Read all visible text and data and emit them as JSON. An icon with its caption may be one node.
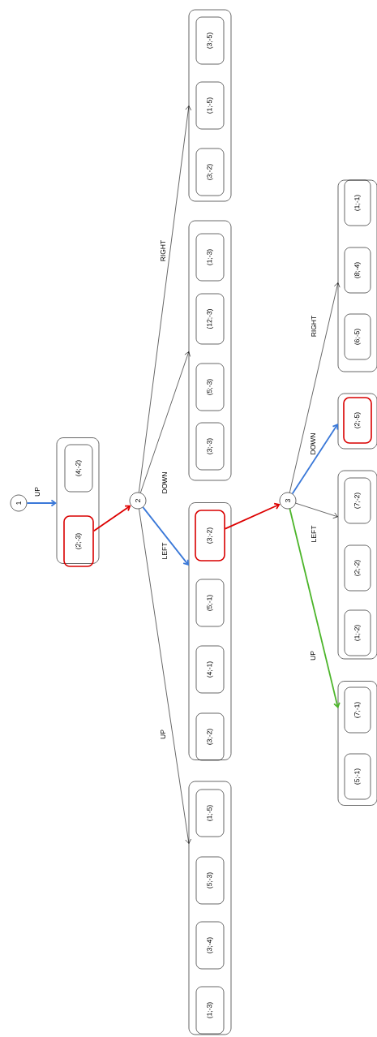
{
  "diagram": {
    "nodes": [
      {
        "text": [
          "1"
        ]
      },
      {
        "text": [],
        "shape": "box"
      },
      {
        "text": [
          "(4;-2)"
        ],
        "in": 1
      },
      {
        "text": [
          "(2;-3)"
        ],
        "in": 1
      },
      {
        "text": [
          "2"
        ]
      },
      {
        "text": [],
        "shape": "box"
      },
      {
        "text": [
          "(3;-5)"
        ],
        "in": 5
      },
      {
        "text": [
          "(1;-5)"
        ],
        "in": 5
      },
      {
        "text": [
          "(3;-2)"
        ],
        "in": 5
      },
      {
        "text": [],
        "shape": "box"
      },
      {
        "text": [
          "(1;-3)"
        ],
        "in": 9
      },
      {
        "text": [
          "(12;-3)"
        ],
        "in": 9
      },
      {
        "text": [
          "(5;-3)"
        ],
        "in": 9
      },
      {
        "text": [
          "(3;-3)"
        ],
        "in": 9
      },
      {
        "text": [],
        "shape": "box"
      },
      {
        "text": [
          "(3;-2)"
        ],
        "in": 14
      },
      {
        "text": [
          "(5;-1)"
        ],
        "in": 14
      },
      {
        "text": [
          "(4;-1)"
        ],
        "in": 14
      },
      {
        "text": [
          "(3;-2)"
        ],
        "in": 14
      },
      {
        "text": [],
        "shape": "box"
      },
      {
        "text": [
          "(1;-5)"
        ],
        "in": 19
      },
      {
        "text": [
          "(5;-3)"
        ],
        "in": 19
      },
      {
        "text": [
          "(3;-4)"
        ],
        "in": 19
      },
      {
        "text": [
          "(1;-3)"
        ],
        "in": 19
      },
      {
        "text": [
          "3"
        ]
      },
      {
        "text": [],
        "shape": "box"
      },
      {
        "text": [
          "(1;-1)"
        ],
        "in": 25
      },
      {
        "text": [
          "(8;-4)"
        ],
        "in": 25
      },
      {
        "text": [
          "(6;-5)"
        ],
        "in": 25
      },
      {
        "text": [],
        "shape": "box"
      },
      {
        "text": [
          "(2;-5)"
        ],
        "in": 29
      },
      {
        "text": [],
        "shape": "box"
      },
      {
        "text": [
          "(7;-2)"
        ],
        "in": 31
      },
      {
        "text": [
          "(2;-2)"
        ],
        "in": 31
      },
      {
        "text": [
          "(1;-2)"
        ],
        "in": 31
      },
      {
        "text": [],
        "shape": "box"
      },
      {
        "text": [
          "(7;-1)"
        ],
        "in": 35
      },
      {
        "text": [
          "(5;-1)"
        ],
        "in": 35
      }
    ],
    "edges": [
      {
        "from": 0,
        "to": 1,
        "arrow": "to",
        "label": "UP",
        "color": "#3a78d8"
      },
      {
        "from": 3,
        "to": 4,
        "arrow": "to",
        "color": "#dd0000"
      },
      {
        "from": 4,
        "to": 14,
        "arrow": "to",
        "label": "LEFT",
        "color": "#3a78d8"
      },
      {
        "from": 4,
        "to": 9,
        "arrow": "to",
        "label": "DOWN"
      },
      {
        "from": 4,
        "to": 5,
        "arrow": "to",
        "label": "RIGHT"
      },
      {
        "from": 4,
        "to": 19,
        "arrow": "to",
        "label": "UP"
      },
      {
        "from": 15,
        "to": 24,
        "arrow": "to",
        "color": "#dd0000"
      },
      {
        "from": 24,
        "to": 31,
        "arrow": "to",
        "label": "LEFT"
      },
      {
        "from": 24,
        "to": 29,
        "arrow": "to",
        "label": "DOWN",
        "color": "#3a78d8"
      },
      {
        "from": 24,
        "to": 25,
        "arrow": "to",
        "label": "RIGHT"
      },
      {
        "from": 24,
        "to": 35,
        "arrow": "to",
        "label": "UP",
        "color": "#4cb52a"
      }
    ]
  }
}
